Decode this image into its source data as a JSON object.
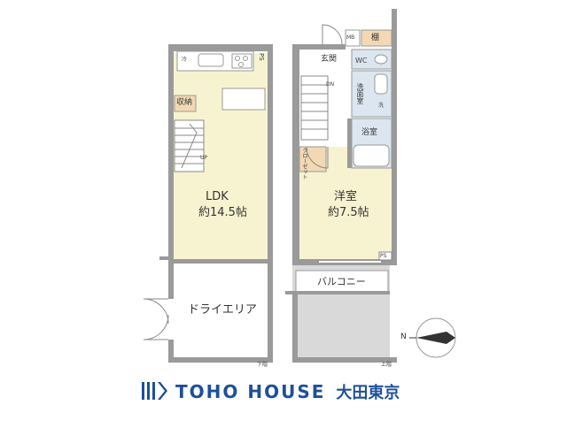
{
  "floor_lower": {
    "ldk_label": "LDK",
    "ldk_size": "約14.5帖",
    "storage": "収納",
    "fridge": "冷",
    "ps": "PS",
    "up": "UP",
    "dry_area": "ドライエリア",
    "floor_tag": "下階"
  },
  "floor_upper": {
    "entrance": "玄関",
    "wc": "WC",
    "mb": "MB",
    "shelf": "棚",
    "dn": "DN",
    "washroom": "洗面室",
    "washer": "洗",
    "bath": "浴室",
    "closet": "クローゼット",
    "bedroom_label": "洋室",
    "bedroom_size": "約7.5帖",
    "ps": "PS",
    "balcony": "バルコニー",
    "floor_tag": "上階"
  },
  "compass": {
    "north": "N"
  },
  "brand": {
    "name": "TOHO HOUSE",
    "branch": "大田東京"
  },
  "colors": {
    "ldk": "#f7f3d0",
    "bedroom": "#f7f3d0",
    "wet": "#dce6f0",
    "storage": "#f2d9b4",
    "balcony": "#d9d9d9",
    "wall": "#9a9a9a",
    "brand": "#1d4f9c"
  }
}
